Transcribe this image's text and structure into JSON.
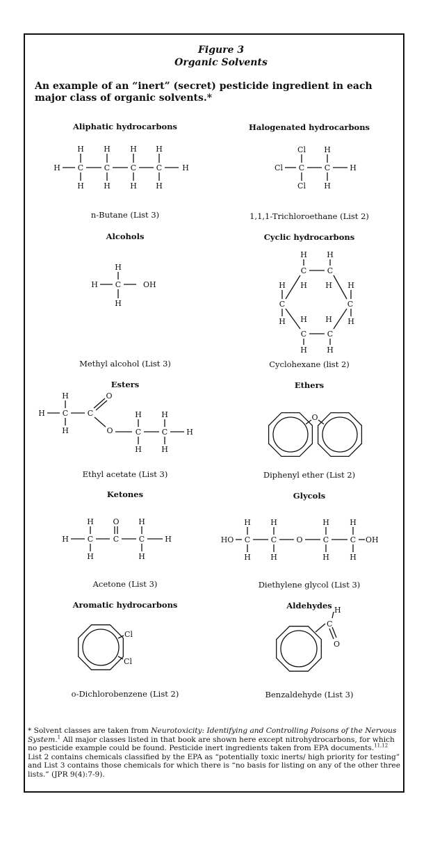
{
  "figure": {
    "number": "Figure 3",
    "title": "Organic Solvents",
    "intro": "An example of an “inert” (secret) pesticide ingredient in each major class of organic solvents.*"
  },
  "sections": {
    "aliphatic": {
      "heading": "Aliphatic hydrocarbons",
      "caption": "n-Butane (List 3)"
    },
    "halogenated": {
      "heading": "Halogenated hydrocarbons",
      "caption": "1,1,1-Trichloroethane (List 2)"
    },
    "alcohols": {
      "heading": "Alcohols",
      "caption": "Methyl alcohol (List 3)"
    },
    "cyclic": {
      "heading": "Cyclic hydrocarbons",
      "caption": "Cyclohexane (list 2)"
    },
    "esters": {
      "heading": "Esters",
      "caption": "Ethyl acetate (List 3)"
    },
    "ethers": {
      "heading": "Ethers",
      "caption": "Diphenyl ether (List 2)"
    },
    "ketones": {
      "heading": "Ketones",
      "caption": "Acetone (List 3)"
    },
    "glycols": {
      "heading": "Glycols",
      "caption": "Diethylene glycol (List 3)"
    },
    "aromatic": {
      "heading": "Aromatic hydrocarbons",
      "caption": "o-Dichlorobenzene (List 2)"
    },
    "aldehydes": {
      "heading": "Aldehydes",
      "caption": "Benzaldehyde (List 3)"
    }
  },
  "atoms": {
    "H": "H",
    "C": "C",
    "O": "O",
    "Cl": "Cl",
    "OH": "OH",
    "HO": "HO"
  },
  "footnote": {
    "p1": "* Solvent classes are taken from ",
    "book": "Neurotoxicity: Identifying and Controlling Poisons of the Nervous System.",
    "ref1": "1",
    "p2": " All major classes listed in that book are shown here except nitrohydrocarbons, for which no pesticide example could be found. Pesticide inert ingredients taken from EPA documents.",
    "ref2": "11,12",
    "p3": " List 2 contains chemicals classified by the EPA as “potentially toxic inerts/ high priority for testing” and List 3 contains those chemicals for which there is “no basis for listing on any of the other three lists.” (JPR 9(4):7-9)."
  }
}
